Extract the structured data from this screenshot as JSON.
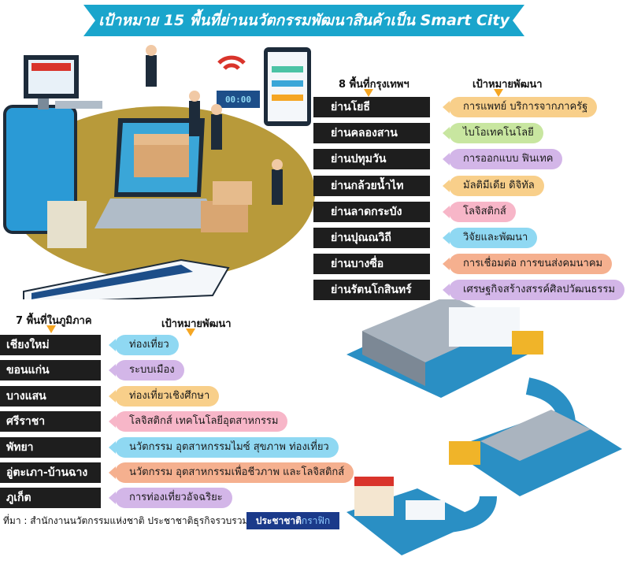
{
  "title": "เป้าหมาย 15 พื้นที่ย่านนวัตกรรมพัฒนาสินค้าเป็น Smart City",
  "bangkok": {
    "heading_left": "8 พื้นที่กรุงเทพฯ",
    "heading_right": "เป้าหมายพัฒนา",
    "rows": [
      {
        "area": "ย่านโยธี",
        "goal": "การแพทย์ บริการจากภาครัฐ",
        "color": "#f8cf8a"
      },
      {
        "area": "ย่านคลองสาน",
        "goal": "ไบโอเทคโนโลยี",
        "color": "#c8e6a0"
      },
      {
        "area": "ย่านปทุมวัน",
        "goal": "การออกแบบ ฟินเทค",
        "color": "#d3b6e8"
      },
      {
        "area": "ย่านกล้วยน้ำไท",
        "goal": "มัลติมีเดีย ดิจิทัล",
        "color": "#f8cf8a"
      },
      {
        "area": "ย่านลาดกระบัง",
        "goal": "โลจิสติกส์",
        "color": "#f7b6c8"
      },
      {
        "area": "ย่านปุณณวิถี",
        "goal": "วิจัยและพัฒนา",
        "color": "#8fd8f2"
      },
      {
        "area": "ย่านบางซื่อ",
        "goal": "การเชื่อมต่อ การขนส่งคมนาคม",
        "color": "#f5b08f"
      },
      {
        "area": "ย่านรัตนโกสินทร์",
        "goal": "เศรษฐกิจสร้างสรรค์ศิลปวัฒนธรรม",
        "color": "#d3b6e8"
      }
    ]
  },
  "regions": {
    "heading_left": "7 พื้นที่ในภูมิภาค",
    "heading_right": "เป้าหมายพัฒนา",
    "rows": [
      {
        "area": "เชียงใหม่",
        "goal": "ท่องเที่ยว",
        "color": "#8fd8f2"
      },
      {
        "area": "ขอนแก่น",
        "goal": "ระบบเมือง",
        "color": "#d3b6e8"
      },
      {
        "area": "บางแสน",
        "goal": "ท่องเที่ยวเชิงศึกษา",
        "color": "#f8cf8a"
      },
      {
        "area": "ศรีราชา",
        "goal": "โลจิสติกส์ เทคโนโลยีอุตสาหกรรม",
        "color": "#f7b6c8"
      },
      {
        "area": "พัทยา",
        "goal": "นวัตกรรม อุตสาหกรรมไมซ์ สุขภาพ ท่องเที่ยว",
        "color": "#8fd8f2"
      },
      {
        "area": "อู่ตะเภา-บ้านฉาง",
        "goal": "นวัตกรรม อุตสาหกรรมเพื่อชีวภาพ และโลจิสติกส์",
        "color": "#f5b08f"
      },
      {
        "area": "ภูเก็ต",
        "goal": "การท่องเที่ยวอัจฉริยะ",
        "color": "#d3b6e8"
      }
    ]
  },
  "source": "ที่มา : สำนักงานนวัตกรรมแห่งชาติ ประชาชาติธุรกิจรวบรวม",
  "brand": {
    "main": "ประชาชาติ",
    "sub": "กราฟิก"
  },
  "screen_clock": "00:00",
  "colors": {
    "banner": "#1aa5cc",
    "name_box": "#1e1e1e",
    "arrow": "#f5a623",
    "brand": "#1b3a8a"
  }
}
